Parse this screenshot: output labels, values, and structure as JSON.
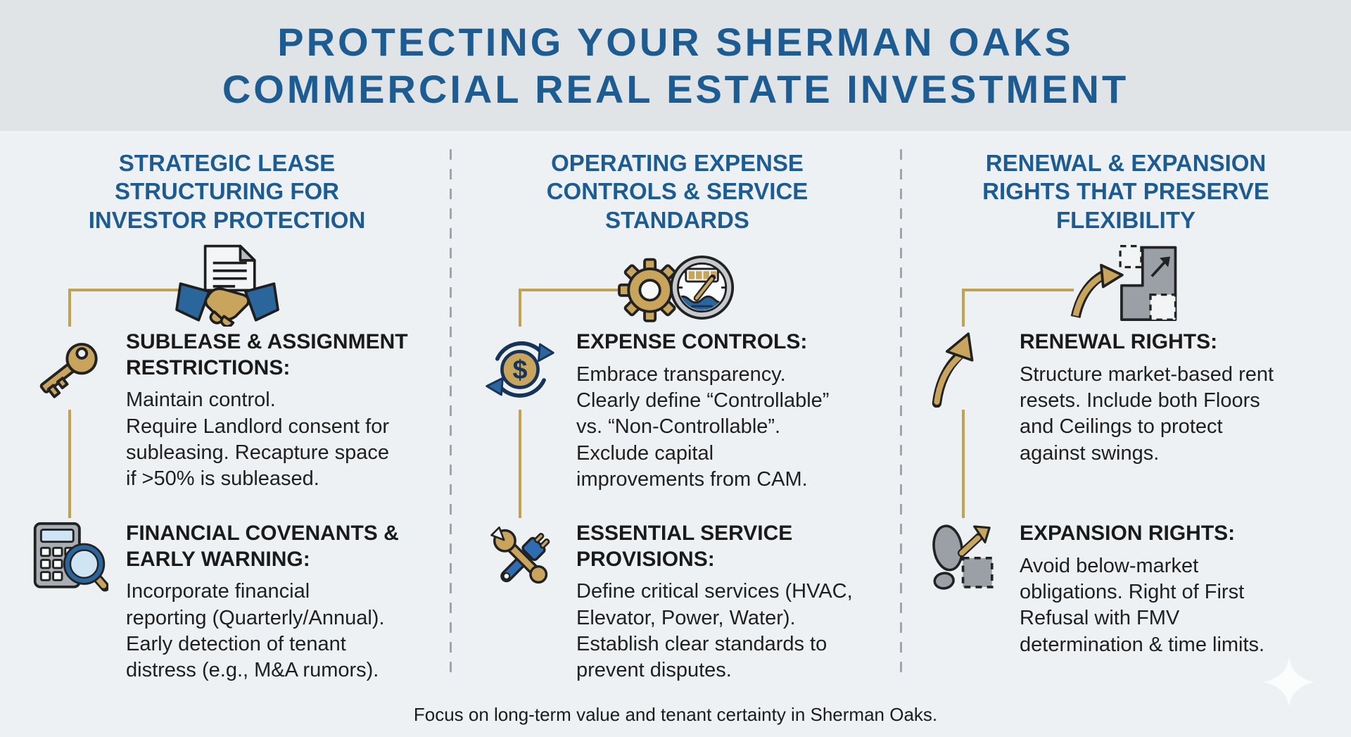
{
  "page": {
    "title": "PROTECTING YOUR SHERMAN OAKS\nCOMMERCIAL REAL ESTATE INVESTMENT",
    "footer": "Focus on long-term value and tenant certainty in Sherman Oaks."
  },
  "colors": {
    "primary_blue": "#1d5c92",
    "accent_gold": "#c9a45c",
    "connector_gold": "#c0a252",
    "navy": "#16335a",
    "icon_blue": "#2a659c",
    "icon_gray": "#9aa0a6",
    "header_bg": "#e1e4e7",
    "page_bg": "#eef1f4",
    "text_dark": "#1f1f1f"
  },
  "columns": [
    {
      "header": "STRATEGIC LEASE\nSTRUCTURING FOR\nINVESTOR PROTECTION",
      "header_icon": "contract-handshake",
      "blocks": [
        {
          "icon": "key",
          "heading": "SUBLEASE & ASSIGNMENT\nRESTRICTIONS:",
          "body": "Maintain control.\nRequire Landlord consent for\nsubleasing. Recapture space\nif >50% is subleased."
        },
        {
          "icon": "calculator-magnifier",
          "heading": "FINANCIAL COVENANTS &\nEARLY WARNING:",
          "body": "Incorporate financial\nreporting (Quarterly/Annual).\nEarly detection of tenant\ndistress (e.g., M&A rumors)."
        }
      ]
    },
    {
      "header": "OPERATING EXPENSE\nCONTROLS & SERVICE\nSTANDARDS",
      "header_icon": "gear-gauge",
      "blocks": [
        {
          "icon": "dollar-cycle",
          "heading": "EXPENSE CONTROLS:",
          "body": "Embrace transparency.\nClearly define “Controllable”\nvs. “Non-Controllable”.\nExclude capital\nimprovements from CAM."
        },
        {
          "icon": "wrench-plug",
          "heading": "ESSENTIAL SERVICE\nPROVISIONS:",
          "body": "Define critical services (HVAC,\nElevator, Power, Water).\nEstablish clear standards to\nprevent disputes."
        }
      ]
    },
    {
      "header": "RENEWAL & EXPANSION\nRIGHTS THAT PRESERVE\nFLEXIBILITY",
      "header_icon": "floorplan-expansion",
      "blocks": [
        {
          "icon": "growth-arrow",
          "heading": "RENEWAL RIGHTS:",
          "body": "Structure market-based rent\nresets. Include both Floors\nand Ceilings to protect\nagainst swings."
        },
        {
          "icon": "footprint-expansion",
          "heading": "EXPANSION RIGHTS:",
          "body": "Avoid below-market\nobligations. Right of First\nRefusal with FMV\ndetermination & time limits."
        }
      ]
    }
  ]
}
